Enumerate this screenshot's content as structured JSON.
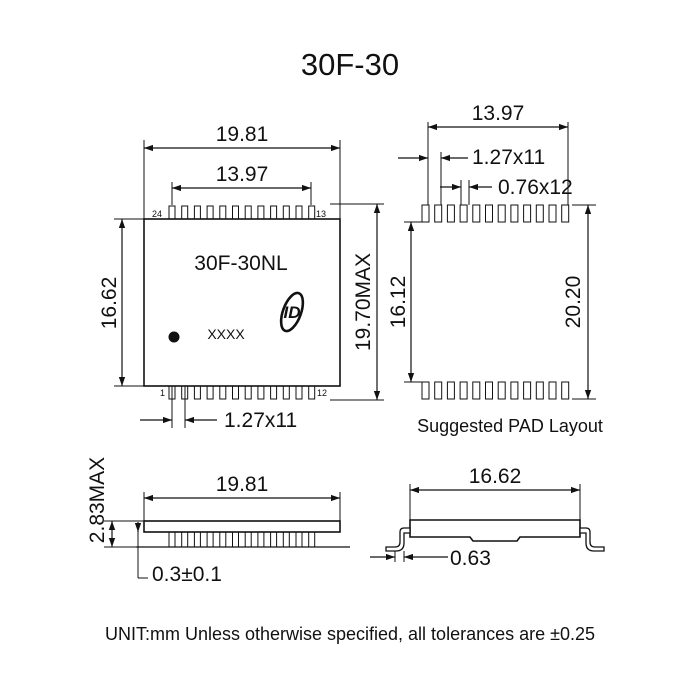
{
  "title": "30F-30",
  "top_view": {
    "width_label": "19.81",
    "pitch_span_label": "13.97",
    "height_label": "16.62",
    "max_height_label": "19.70MAX",
    "part_number": "30F-30NL",
    "marking": "XXXX",
    "pin_24": "24",
    "pin_13": "13",
    "pin_1": "1",
    "pin_12": "12",
    "pitch_label": "1.27x11"
  },
  "pad_layout": {
    "span_label": "13.97",
    "pitch_label": "1.27x11",
    "pad_width_label": "0.76x12",
    "inner_label": "16.12",
    "outer_label": "20.20",
    "caption": "Suggested PAD Layout"
  },
  "side_view": {
    "width_label": "19.81",
    "height_label": "2.83MAX",
    "standoff_label": "0.3±0.1"
  },
  "end_view": {
    "width_label": "16.62",
    "lead_label": "0.63"
  },
  "footer_note": "UNIT:mm Unless otherwise specified, all tolerances are ±0.25",
  "logo_letters": "ID"
}
